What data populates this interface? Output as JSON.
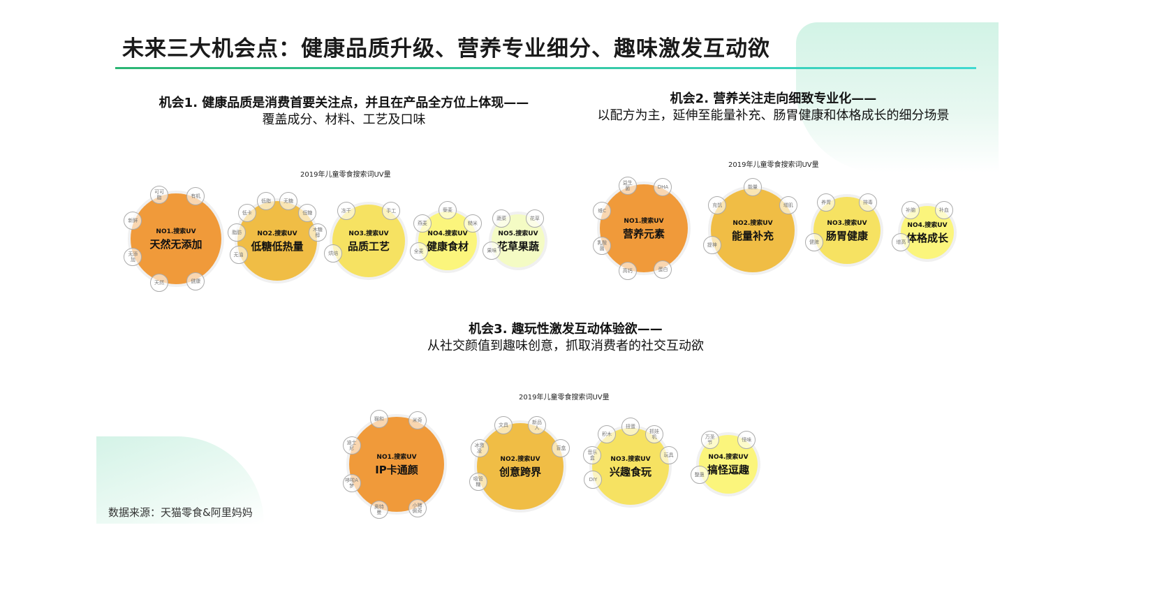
{
  "title": "未来三大机会点：健康品质升级、营养专业细分、趣味激发互动欲",
  "opportunities": [
    {
      "heading": "机会1. 健康品质是消费首要关注点，并且在产品全方位上体现——",
      "sub": "覆盖成分、材料、工艺及口味"
    },
    {
      "heading": "机会2. 营养关注走向细致专业化——",
      "sub": "以配方为主，延伸至能量补充、肠胃健康和体格成长的细分场景"
    },
    {
      "heading": "机会3. 趣玩性激发互动体验欲——",
      "sub": "从社交颜值到趣味创意，抓取消费者的社交互动欲"
    }
  ],
  "charts": [
    {
      "title": "2019年儿童零食搜索词UV量",
      "bubbles": [
        {
          "rank": "NO1.搜索UV",
          "name": "天然无添加",
          "color": "#f09a3a",
          "tags": [
            "健康",
            "天然",
            "无添加",
            "新鲜",
            "可可脂",
            "有机"
          ]
        },
        {
          "rank": "NO2.搜索UV",
          "name": "低糖低热量",
          "color": "#f0bd45",
          "tags": [
            "无油",
            "脂肪",
            "低卡",
            "低脂",
            "无糖",
            "低糖",
            "木糖醇"
          ]
        },
        {
          "rank": "NO3.搜索UV",
          "name": "品质工艺",
          "color": "#f6e262",
          "tags": [
            "烘焙",
            "冻干",
            "手工"
          ]
        },
        {
          "rank": "NO4.搜索UV",
          "name": "健康食材",
          "color": "#fbf57c",
          "tags": [
            "全麦",
            "燕麦",
            "藜麦",
            "糙米"
          ]
        },
        {
          "rank": "NO5.搜索UV",
          "name": "花草果蔬",
          "color": "#f4fbc4",
          "tags": [
            "果味",
            "蔬菜",
            "花草"
          ]
        }
      ]
    },
    {
      "title": "2019年儿童零食搜索词UV量",
      "bubbles": [
        {
          "rank": "NO1.搜索UV",
          "name": "营养元素",
          "color": "#f09a3a",
          "tags": [
            "蛋白",
            "高钙",
            "乳酸菌",
            "维C",
            "益生菌",
            "DHA"
          ]
        },
        {
          "rank": "NO2.搜索UV",
          "name": "能量补充",
          "color": "#f0bd45",
          "tags": [
            "提神",
            "充饥",
            "能量",
            "增肌"
          ]
        },
        {
          "rank": "NO3.搜索UV",
          "name": "肠胃健康",
          "color": "#f6e262",
          "tags": [
            "健脾",
            "养胃",
            "排毒"
          ]
        },
        {
          "rank": "NO4.搜索UV",
          "name": "体格成长",
          "color": "#fbf57c",
          "tags": [
            "增高",
            "补脑",
            "补血"
          ]
        }
      ]
    },
    {
      "title": "2019年儿童零食搜索词UV量",
      "bubbles": [
        {
          "rank": "NO1.搜索UV",
          "name": "IP卡通颜",
          "color": "#f09a3a",
          "tags": [
            "小猪佩奇",
            "奥特曼",
            "哆啦A梦",
            "迪士尼",
            "猫和",
            "米奇"
          ]
        },
        {
          "rank": "NO2.搜索UV",
          "name": "创意跨界",
          "color": "#f0bd45",
          "tags": [
            "吸管糖",
            "冰激凌",
            "文具",
            "新品人",
            "盲盒"
          ]
        },
        {
          "rank": "NO3.搜索UV",
          "name": "兴趣食玩",
          "color": "#f6e262",
          "tags": [
            "DIY",
            "音乐盒",
            "积木",
            "扭蛋",
            "抓娃机",
            "玩具"
          ]
        },
        {
          "rank": "NO4.搜索UV",
          "name": "搞怪逗趣",
          "color": "#fbf57c",
          "tags": [
            "整蛊",
            "万圣节",
            "怪味"
          ]
        }
      ]
    }
  ],
  "source": "数据来源：天猫零食&阿里妈妈"
}
